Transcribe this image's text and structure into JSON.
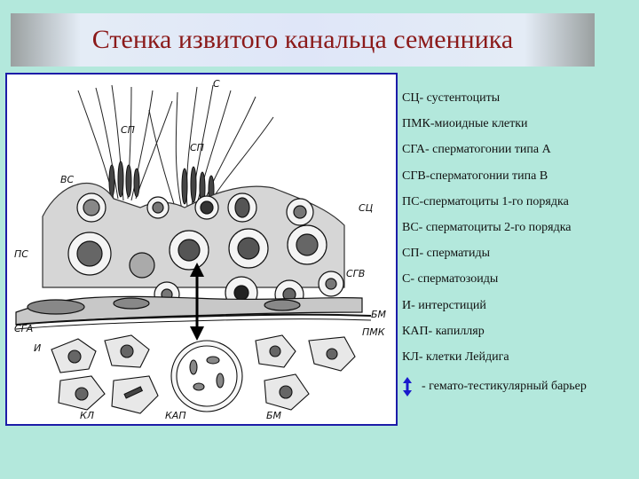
{
  "title": "Стенка извитого канальца семенника",
  "figure": {
    "labels": {
      "c": "С",
      "sp1": "СП",
      "sp2": "СП",
      "vs": "ВС",
      "sc": "СЦ",
      "ps": "ПС",
      "sgv": "СГВ",
      "sga": "СГА",
      "bm1": "БМ",
      "pmk": "ПМК",
      "i": "И",
      "kl": "КЛ",
      "kap": "КАП",
      "bm2": "БМ"
    }
  },
  "legend": {
    "items": [
      "СЦ- сустентоциты",
      "ПМК-миоидные клетки",
      "СГА- сперматогонии типа А",
      "СГВ-сперматогонии типа В",
      "ПС-сперматоциты 1-го порядка",
      "ВС- сперматоциты 2-го порядка",
      "СП- сперматиды",
      "С- сперматозоиды",
      "И- интерстиций",
      "КАП- капилляр",
      "КЛ- клетки Лейдига"
    ]
  },
  "barrier": {
    "label": "- гемато-тестикулярный барьер",
    "icon": "double-arrow-icon",
    "color": "#1a1acc"
  }
}
